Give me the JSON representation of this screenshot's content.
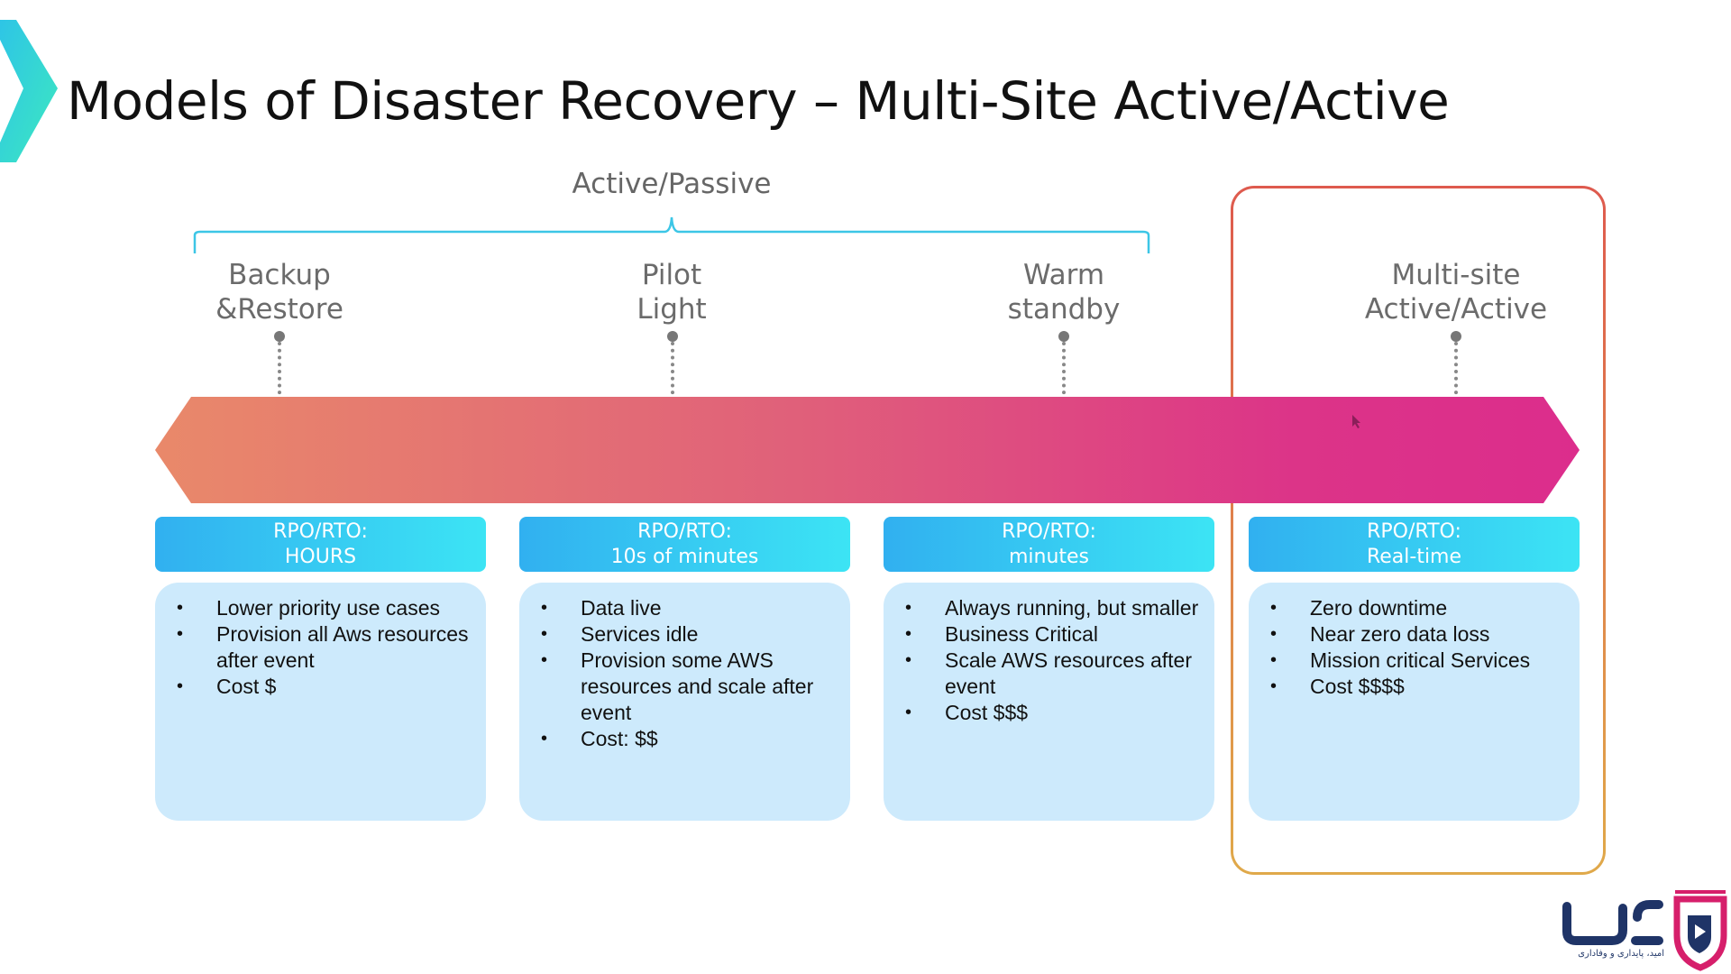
{
  "slide": {
    "title": "Models of Disaster Recovery – Multi-Site Active/Active",
    "group_label": "Active/Passive"
  },
  "models": [
    {
      "label": "Backup\n&Restore",
      "header_line1": "RPO/RTO:",
      "header_line2": "HOURS",
      "items": [
        "Lower priority use cases",
        "Provision all Aws resources after event",
        "Cost $"
      ]
    },
    {
      "label": "Pilot\nLight",
      "header_line1": "RPO/RTO:",
      "header_line2": "10s of minutes",
      "items": [
        "Data live",
        "Services idle",
        "Provision some AWS resources and scale after event",
        "Cost: $$"
      ]
    },
    {
      "label": "Warm\nstandby",
      "header_line1": "RPO/RTO:",
      "header_line2": "minutes",
      "items": [
        "Always running, but smaller",
        "Business Critical",
        "Scale AWS resources after event",
        "Cost $$$"
      ]
    },
    {
      "label": "Multi-site\nActive/Active",
      "header_line1": "RPO/RTO:",
      "header_line2": "Real-time",
      "items": [
        "Zero downtime",
        "Near zero data loss",
        "Mission critical Services",
        "Cost $$$$"
      ]
    }
  ],
  "brand": {
    "tagline": "امید، پایداری و وفاداری"
  },
  "colors": {
    "band_start": "#e9896a",
    "band_end": "#dc2d8c",
    "focus_border_top": "#de5a4e",
    "focus_border_bottom": "#e0a94a",
    "header_start": "#31b0f0",
    "header_end": "#3ce4f4",
    "card_body": "#cdeafc",
    "brace": "#3cc6e6",
    "brand_navy": "#1f3467",
    "brand_pink": "#d61f6b"
  },
  "icons": {
    "slide_logo": "chevron-right-icon",
    "cursor": "mouse-pointer-icon",
    "brand": "brand-logo-icon"
  }
}
